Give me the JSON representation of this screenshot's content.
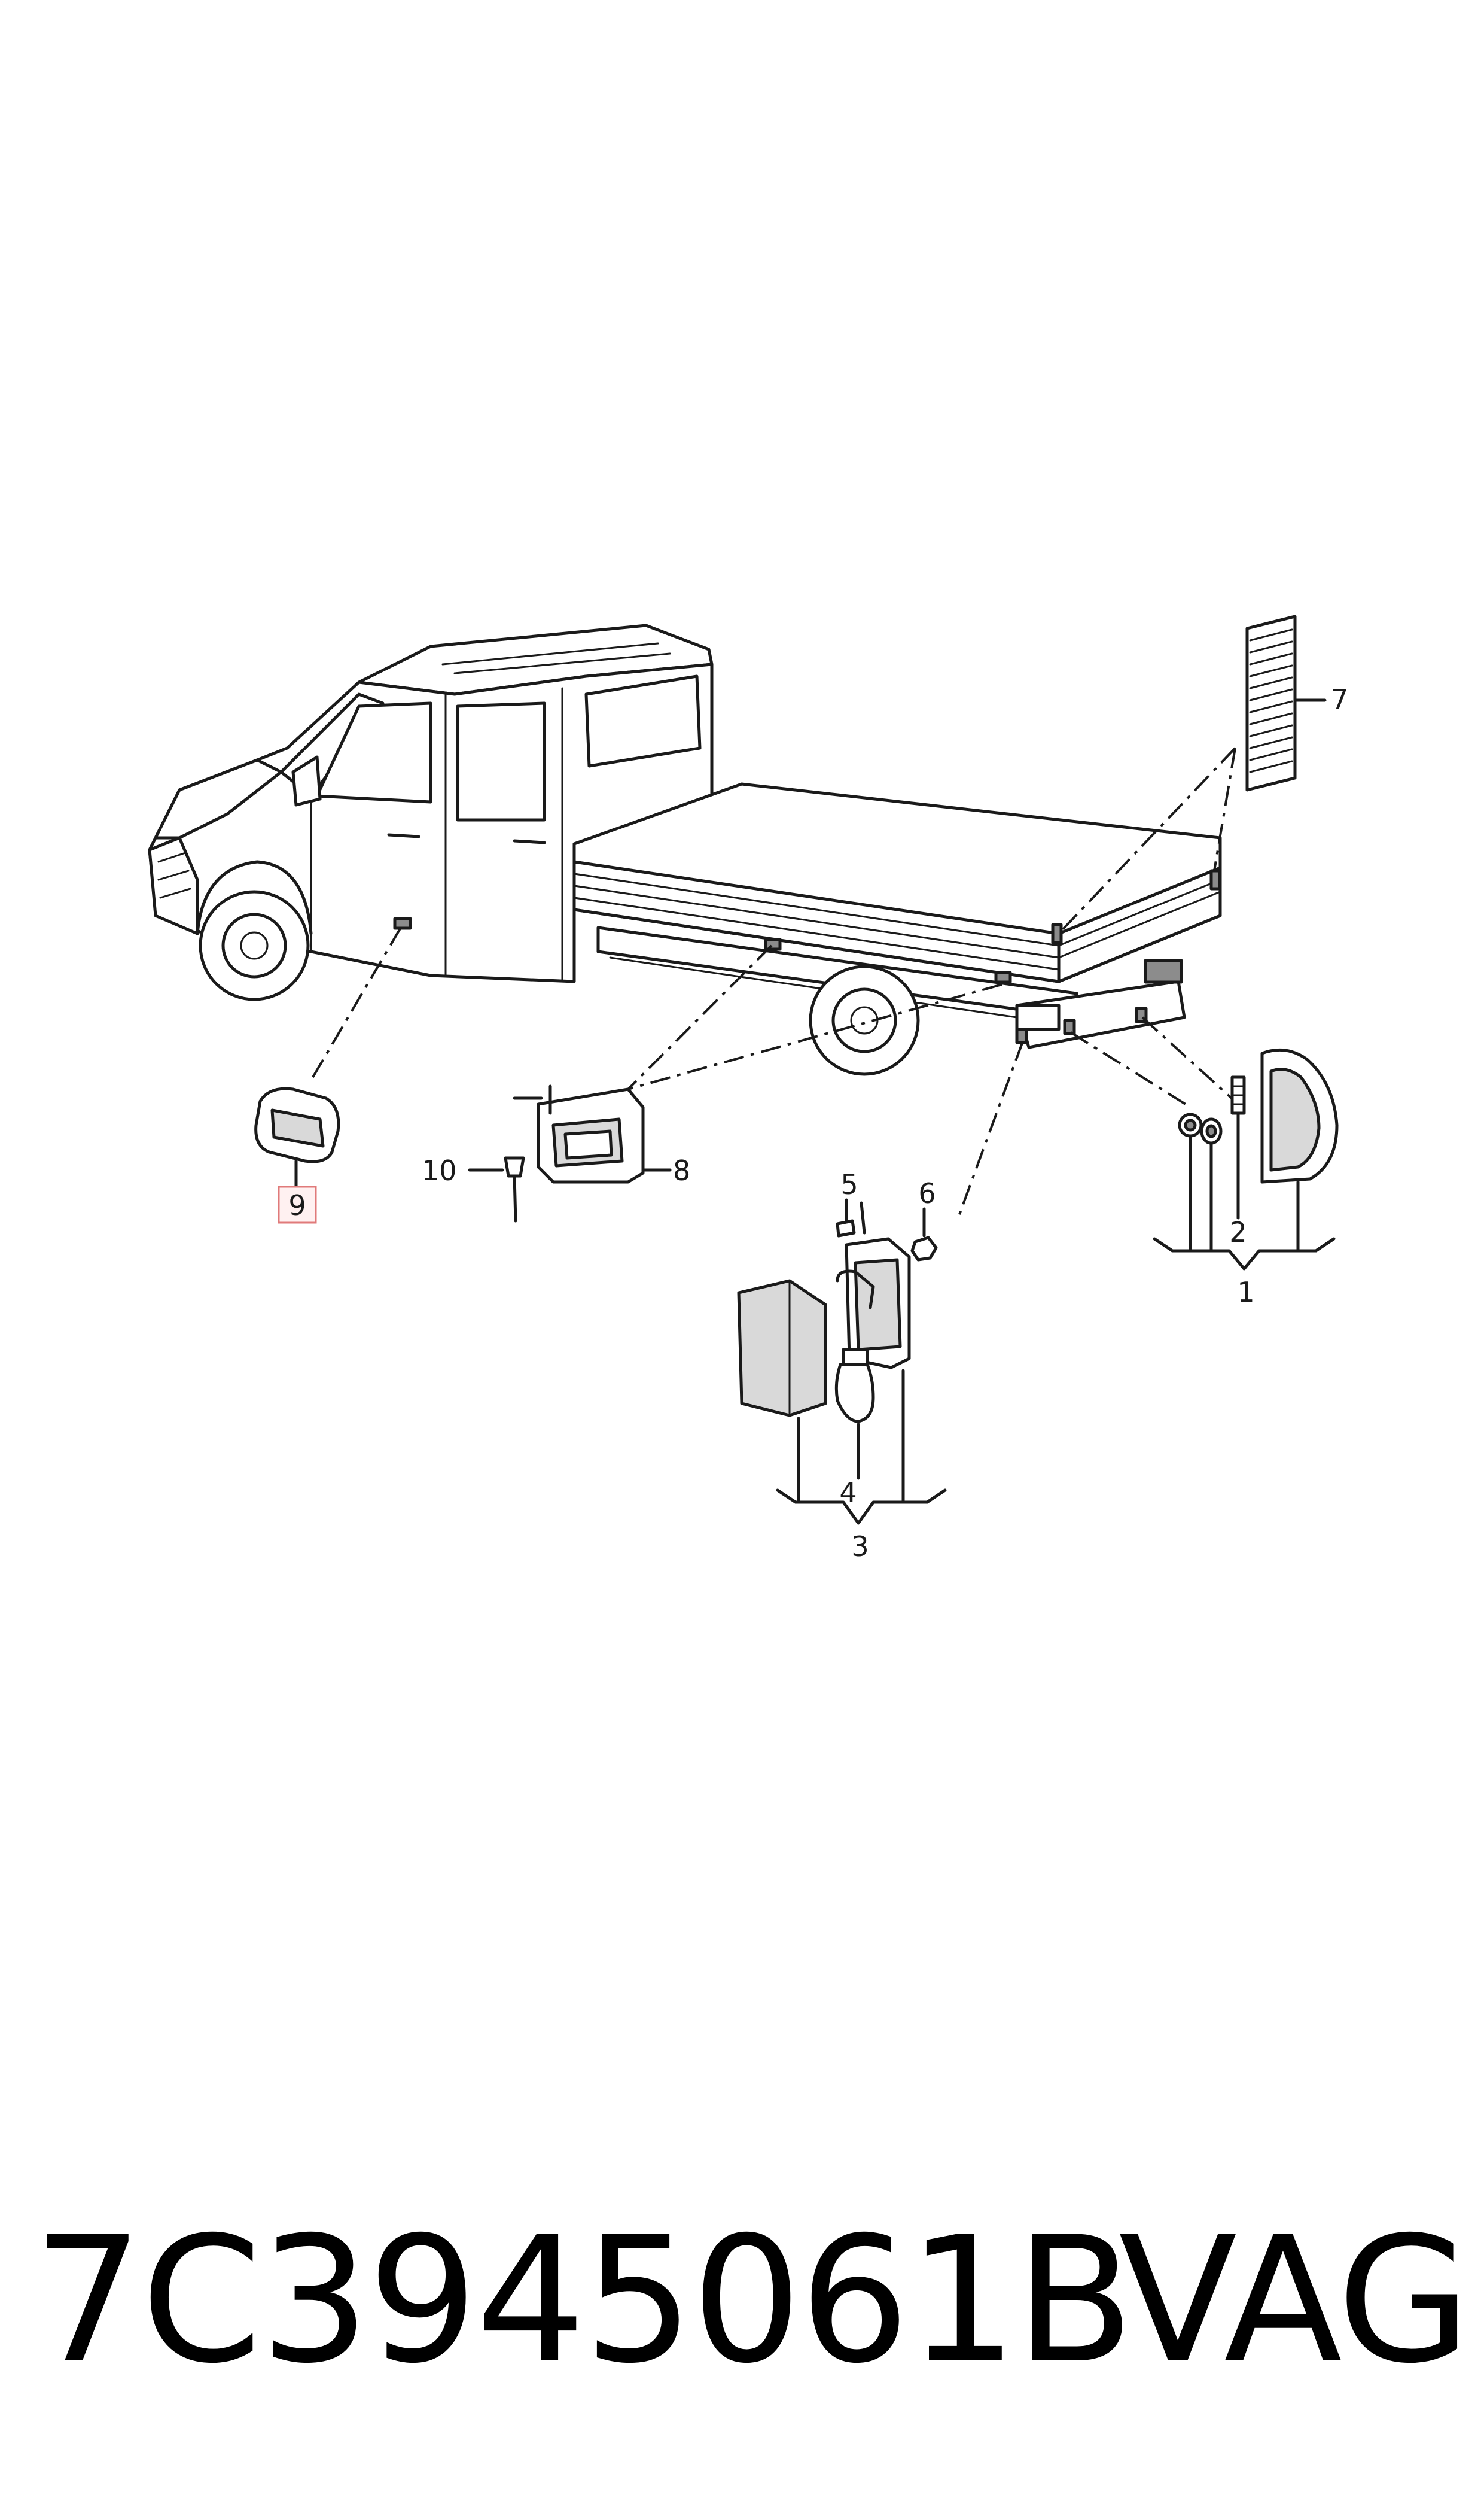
{
  "callouts": [
    "1",
    "2",
    "3",
    "4",
    "5",
    "6",
    "7",
    "8",
    "9",
    "10"
  ],
  "highlighted_callout": "9",
  "footer": {
    "part_number": "7C3945061B",
    "brand": "VAG"
  }
}
